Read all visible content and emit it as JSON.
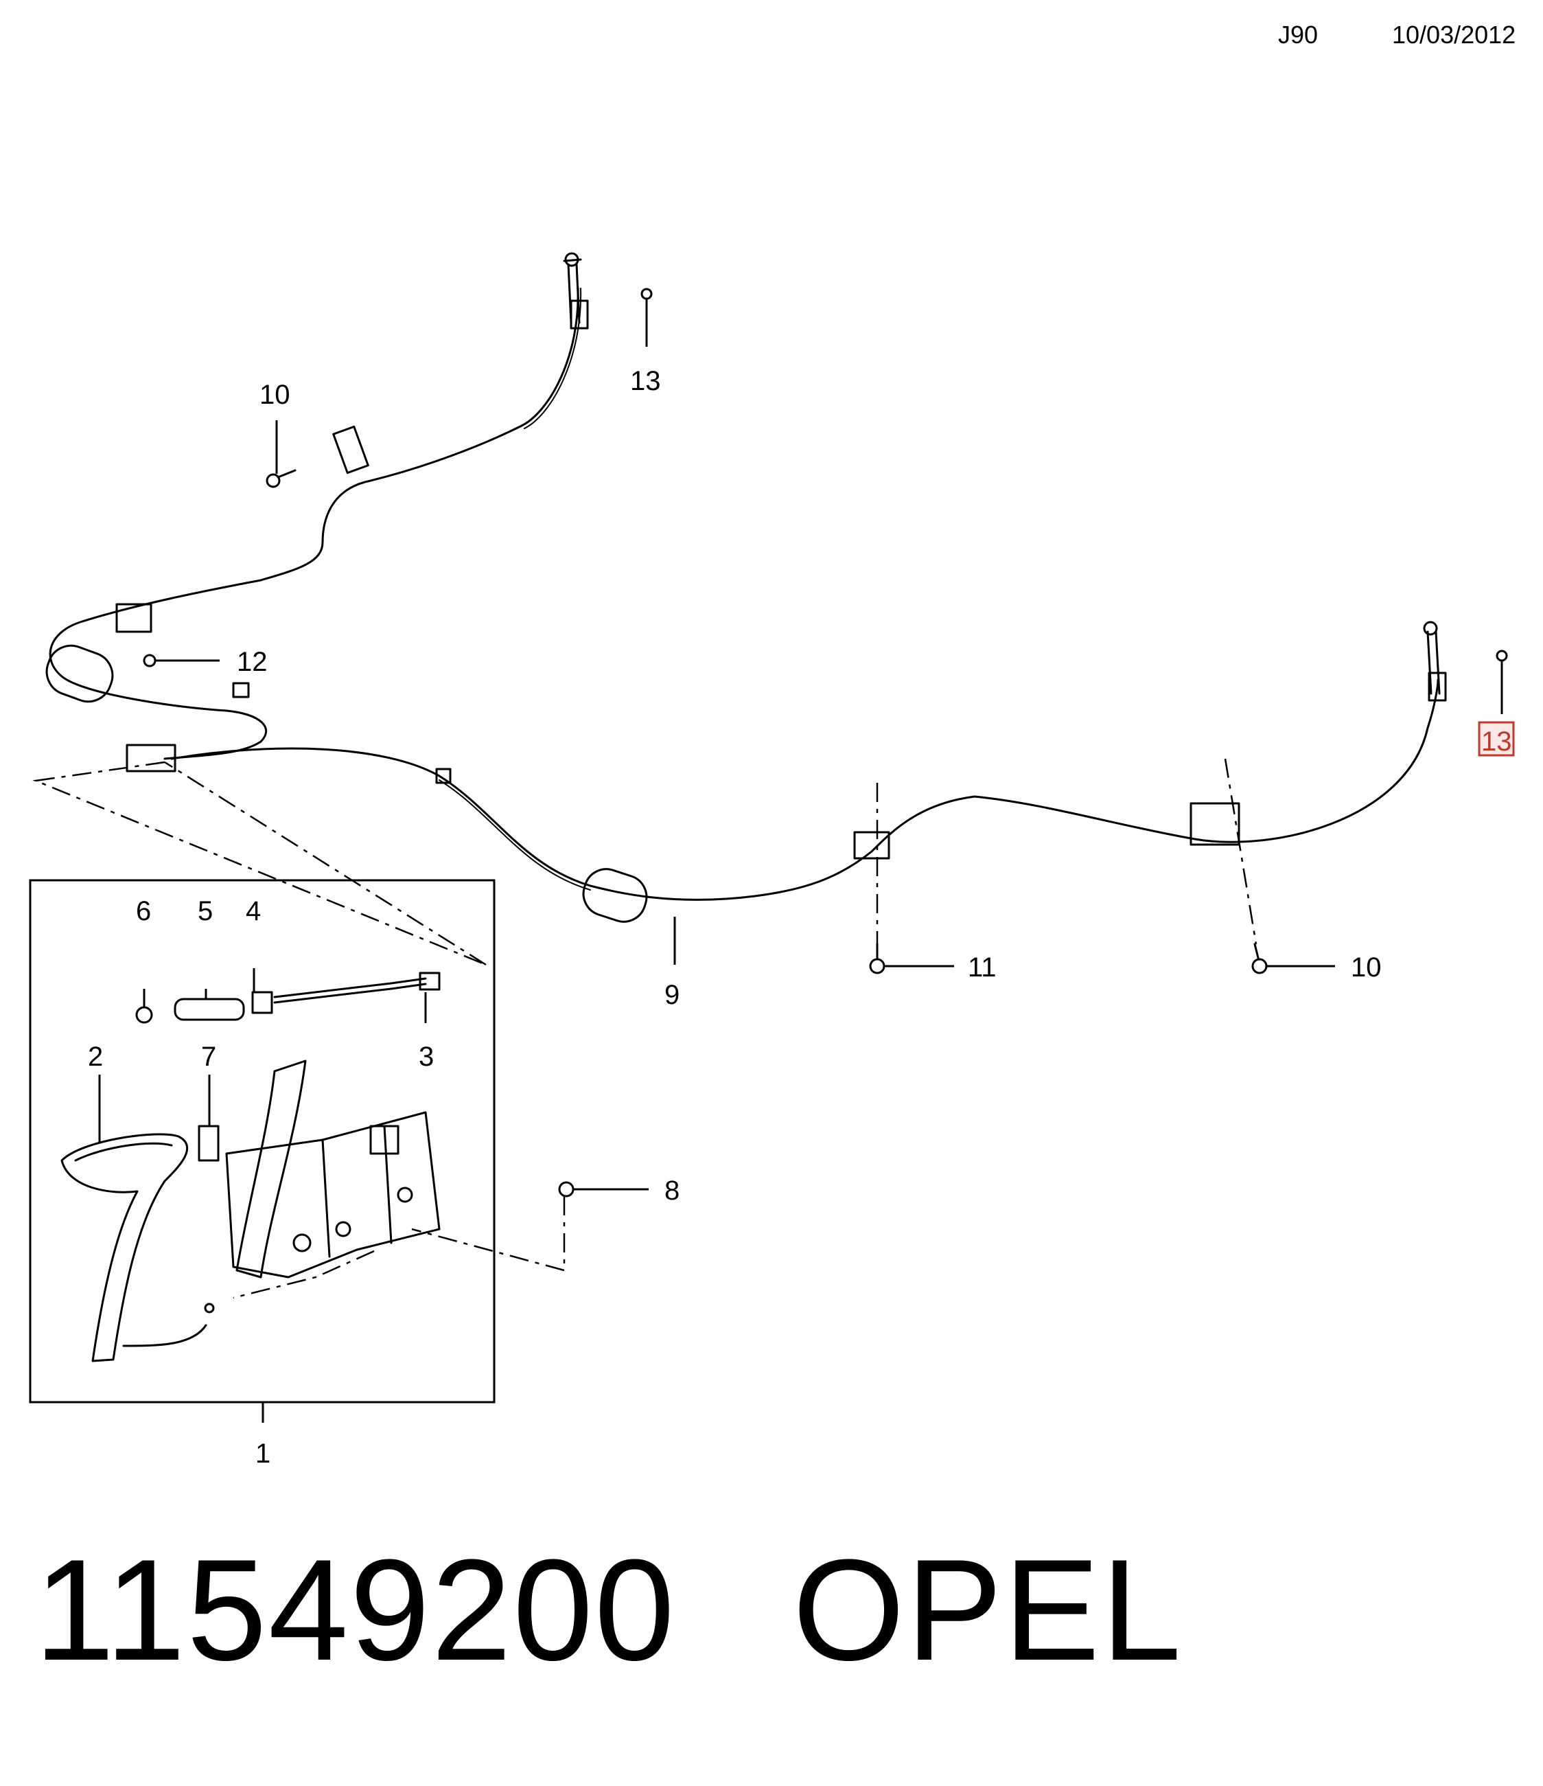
{
  "header": {
    "code": "J90",
    "date": "10/03/2012"
  },
  "callouts": {
    "c1": "1",
    "c2": "2",
    "c3": "3",
    "c4": "4",
    "c5": "5",
    "c6": "6",
    "c7": "7",
    "c8": "8",
    "c9": "9",
    "c10a": "10",
    "c10b": "10",
    "c11": "11",
    "c12": "12",
    "c13a": "13",
    "c13b": "13"
  },
  "highlight": {
    "callout": "c13b",
    "color": "#c0392b",
    "fill": "#fde8e8"
  },
  "footer": {
    "part_number": "11549200",
    "brand": "OPEL"
  }
}
